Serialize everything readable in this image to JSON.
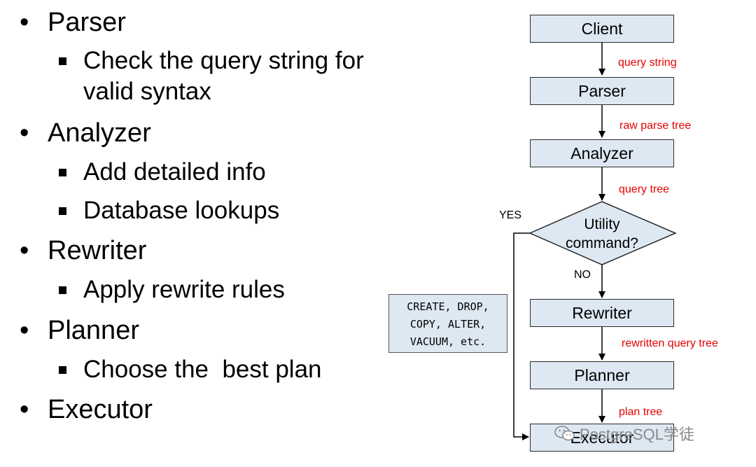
{
  "bullets": [
    {
      "label": "Parser",
      "sub": [
        "Check the query string for valid syntax"
      ]
    },
    {
      "label": "Analyzer",
      "sub": [
        "Add detailed info",
        "Database lookups"
      ]
    },
    {
      "label": "Rewriter",
      "sub": [
        "Apply rewrite rules"
      ]
    },
    {
      "label": "Planner",
      "sub": [
        "Choose the  best plan"
      ]
    },
    {
      "label": "Executor",
      "sub": []
    }
  ],
  "bullet_glyph": "•",
  "flow": {
    "nodes": {
      "client": "Client",
      "parser": "Parser",
      "analyzer": "Analyzer",
      "decision": "Utility command?",
      "rewriter": "Rewriter",
      "planner": "Planner",
      "executor": "Executor"
    },
    "edges": {
      "client_parser": "query string",
      "parser_analyzer": "raw parse tree",
      "analyzer_decision": "query tree",
      "decision_yes": "YES",
      "decision_no": "NO",
      "rewriter_planner": "rewritten query tree",
      "planner_executor": "plan tree"
    },
    "utility_commands": "CREATE, DROP,\nCOPY, ALTER,\nVACUUM, etc."
  },
  "watermark": "PostgreSQL学徒",
  "colors": {
    "box_fill": "#dde8f3",
    "edge_label": "#e60000",
    "watermark": "#8a8a8a"
  }
}
